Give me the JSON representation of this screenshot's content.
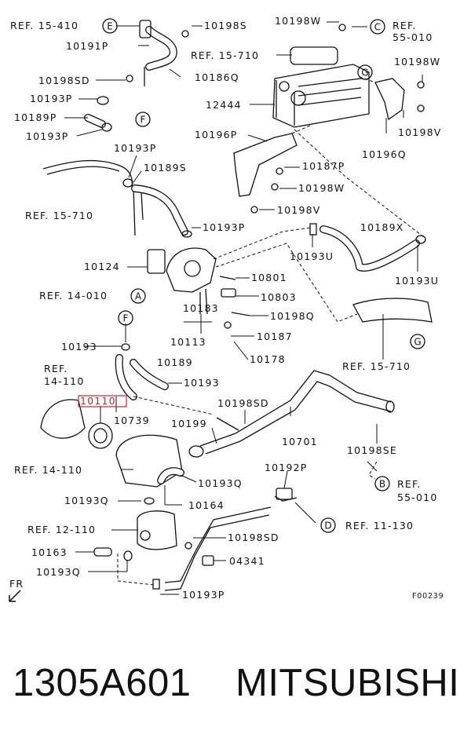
{
  "diagram": {
    "highlight_color": "#d2232a",
    "figure_code": "F00239",
    "front_marker": "FR",
    "labels": [
      {
        "id": "ref-15-410",
        "text": "REF. 15-410"
      },
      {
        "id": "p10191p",
        "text": "10191P"
      },
      {
        "id": "p10198s",
        "text": "10198S"
      },
      {
        "id": "p10198w-top",
        "text": "10198W"
      },
      {
        "id": "ref-55-010-a",
        "text": "REF."
      },
      {
        "id": "ref-55-010-b",
        "text": "55-010"
      },
      {
        "id": "ref-15-710-top",
        "text": "REF. 15-710"
      },
      {
        "id": "p10198w-right",
        "text": "10198W"
      },
      {
        "id": "p10186q",
        "text": "10186Q"
      },
      {
        "id": "p10198sd-top",
        "text": "10198SD"
      },
      {
        "id": "p12444",
        "text": "12444"
      },
      {
        "id": "p10193p-a",
        "text": "10193P"
      },
      {
        "id": "p10189p",
        "text": "10189P"
      },
      {
        "id": "p10193p-b",
        "text": "10193P"
      },
      {
        "id": "p10198v-right",
        "text": "10198V"
      },
      {
        "id": "p10196p",
        "text": "10196P"
      },
      {
        "id": "p10196q",
        "text": "10196Q"
      },
      {
        "id": "p10193p-c",
        "text": "10193P"
      },
      {
        "id": "p10187p",
        "text": "10187P"
      },
      {
        "id": "p10189s",
        "text": "10189S"
      },
      {
        "id": "p10198w-mid",
        "text": "10198W"
      },
      {
        "id": "ref-15-710-left",
        "text": "REF. 15-710"
      },
      {
        "id": "p10198v-mid",
        "text": "10198V"
      },
      {
        "id": "p10193p-d",
        "text": "10193P"
      },
      {
        "id": "p10189x",
        "text": "10189X"
      },
      {
        "id": "p10124",
        "text": "10124"
      },
      {
        "id": "p10193u-a",
        "text": "10193U"
      },
      {
        "id": "p10193u-b",
        "text": "10193U"
      },
      {
        "id": "p10801",
        "text": "10801"
      },
      {
        "id": "ref-14-010",
        "text": "REF. 14-010"
      },
      {
        "id": "p10803",
        "text": "10803"
      },
      {
        "id": "p10183",
        "text": "10183"
      },
      {
        "id": "p10198q",
        "text": "10198Q"
      },
      {
        "id": "p10187",
        "text": "10187"
      },
      {
        "id": "p10193-a",
        "text": "10193"
      },
      {
        "id": "p10113",
        "text": "10113"
      },
      {
        "id": "p10178",
        "text": "10178"
      },
      {
        "id": "ref-14-110-a",
        "text": "REF."
      },
      {
        "id": "ref-14-110-b",
        "text": "14-110"
      },
      {
        "id": "p10189",
        "text": "10189"
      },
      {
        "id": "ref-15-710-right",
        "text": "REF. 15-710"
      },
      {
        "id": "p10193-b",
        "text": "10193"
      },
      {
        "id": "p10110",
        "text": "10110"
      },
      {
        "id": "p10739",
        "text": "10739"
      },
      {
        "id": "p10198sd-mid",
        "text": "10198SD"
      },
      {
        "id": "p10199",
        "text": "10199"
      },
      {
        "id": "p10701",
        "text": "10701"
      },
      {
        "id": "p10198se",
        "text": "10198SE"
      },
      {
        "id": "ref-14-110-c",
        "text": "REF. 14-110"
      },
      {
        "id": "p10193q-a",
        "text": "10193Q"
      },
      {
        "id": "p10192p",
        "text": "10192P"
      },
      {
        "id": "ref-55-010-c",
        "text": "REF."
      },
      {
        "id": "ref-55-010-d",
        "text": "55-010"
      },
      {
        "id": "p10193q-b",
        "text": "10193Q"
      },
      {
        "id": "p10164",
        "text": "10164"
      },
      {
        "id": "ref-12-110",
        "text": "REF. 12-110"
      },
      {
        "id": "ref-11-130",
        "text": "REF. 11-130"
      },
      {
        "id": "p10198sd-low",
        "text": "10198SD"
      },
      {
        "id": "p10163",
        "text": "10163"
      },
      {
        "id": "p04341",
        "text": "04341"
      },
      {
        "id": "p10193q-c",
        "text": "10193Q"
      },
      {
        "id": "p10193p-e",
        "text": "10193P"
      }
    ],
    "callouts": [
      {
        "id": "E1",
        "letter": "E"
      },
      {
        "id": "C1",
        "letter": "C"
      },
      {
        "id": "G1",
        "letter": "G"
      },
      {
        "id": "F1",
        "letter": "F"
      },
      {
        "id": "A1",
        "letter": "A"
      },
      {
        "id": "F2",
        "letter": "F"
      },
      {
        "id": "G2",
        "letter": "G"
      },
      {
        "id": "B1",
        "letter": "B"
      },
      {
        "id": "D1",
        "letter": "D"
      }
    ]
  },
  "caption": {
    "part_number": "1305A601",
    "brand": "MITSUBISHI"
  }
}
